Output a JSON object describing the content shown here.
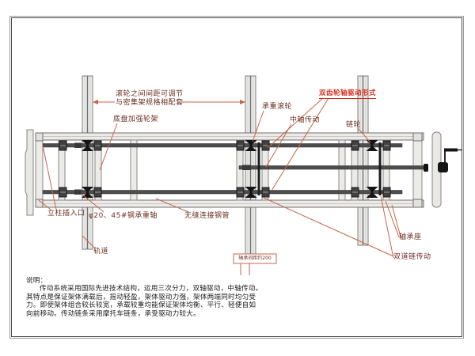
{
  "page": {
    "background": "#ffffff",
    "leader_color": "#c4664a",
    "label_color": "#6b2f22",
    "highlight_color": "#d62b1c"
  },
  "dimension_top": {
    "line1": "滚轮之间间距可调节",
    "line2": "与密集架规格相配套"
  },
  "labels": {
    "chassis_wheel_frame": "底盘加强轮架",
    "load_roller": "承重滚轮",
    "double_gear_drive": "双齿轮轴驱动形式",
    "center_shaft_drive": "中轴传动",
    "sprocket": "链轮",
    "column_insert": "立柱插入口",
    "steel_shaft": "φ20、45#钢承重轴",
    "seamless_pipe": "无缝连接钢管",
    "rail": "轨道",
    "bearing_seat": "轴承座",
    "double_chain_drive": "双道链传动",
    "bearing_spacing": "轴承间距约200"
  },
  "description": {
    "title": "说明：",
    "lines": [
      "传动系统采用国际先进技术结构，运用三次分力，双轴驱动，中轴传动。",
      "其特点是保证架体满载后，摇动轻盈，架体驱动力强，架体两端同时均匀受",
      "力。即使架体组合较长较宽，承载较重均能保证架体均衡、平行、轻便自如",
      "向前移动。传动链条采用摩托车链条，承受驱动力较大。"
    ]
  }
}
